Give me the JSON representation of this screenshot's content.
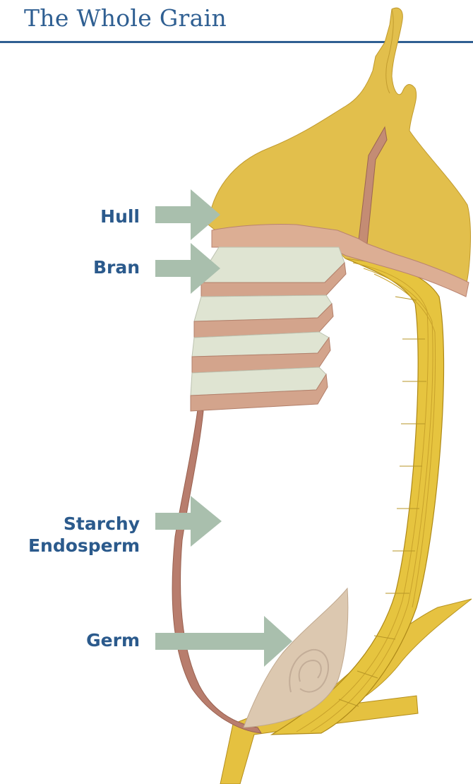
{
  "title": "The Whole Grain",
  "labels": {
    "hull": "Hull",
    "bran": "Bran",
    "endosperm_line1": "Starchy",
    "endosperm_line2": "Endosperm",
    "germ": "Germ"
  },
  "colors": {
    "title": "#2f5f92",
    "label": "#2b5a8c",
    "arrow": "#a9bfad",
    "hull": "#e2bf4c",
    "bran_layer": "#dfe4d2",
    "bran_edge": "#d3a48c",
    "pericarp": "#b87d6d",
    "germ": "#dcc8b0",
    "stalk": "#e5c140"
  }
}
